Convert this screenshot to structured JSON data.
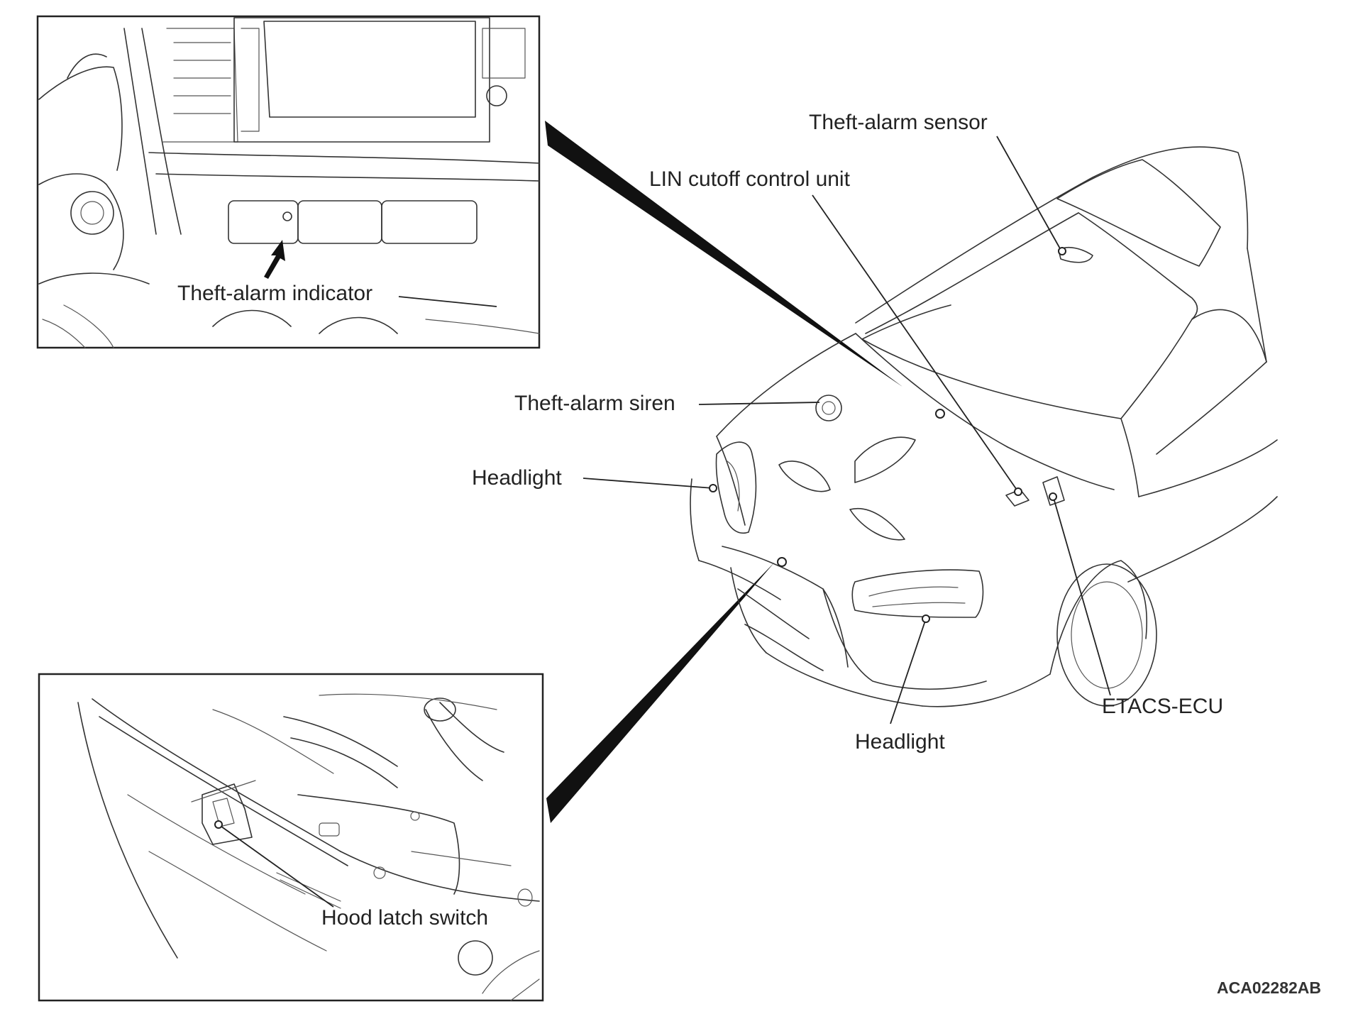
{
  "labels": {
    "theft_alarm_sensor": "Theft-alarm sensor",
    "lin_cutoff_control_unit": "LIN cutoff control unit",
    "theft_alarm_indicator": "Theft-alarm indicator",
    "theft_alarm_siren": "Theft-alarm siren",
    "headlight_left": "Headlight",
    "headlight_front": "Headlight",
    "etacs_ecu": "ETACS-ECU",
    "hood_latch_switch": "Hood latch switch"
  },
  "figure_code": "ACA02282AB"
}
